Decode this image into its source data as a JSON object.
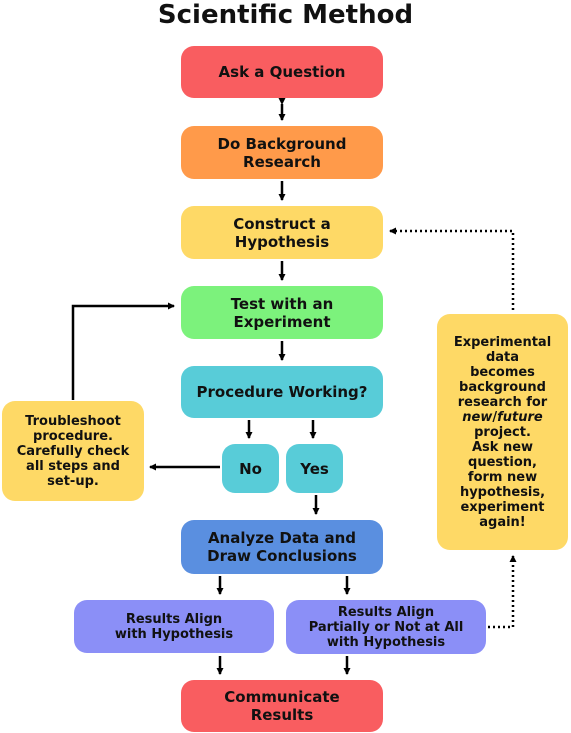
{
  "title": "Scientific Method",
  "steps": {
    "ask": "Ask a Question",
    "background": "Do Background\nResearch",
    "hypothesis": "Construct a\nHypothesis",
    "test": "Test with an\nExperiment",
    "procedure": "Procedure Working?",
    "no": "No",
    "yes": "Yes",
    "troubleshoot": "Troubleshoot\nprocedure.\nCarefully check\nall steps and\nset-up.",
    "analyze": "Analyze Data and\nDraw Conclusions",
    "align": "Results Align\nwith Hypothesis",
    "partial": "Results Align\nPartially or Not at All\nwith Hypothesis",
    "communicate": "Communicate\nResults"
  },
  "feedback": {
    "line1": "Experimental",
    "line2": "data",
    "line3": "becomes",
    "line4": "background",
    "line5": "research for",
    "line6_a": "new",
    "line6_sep": "/",
    "line6_b": "future",
    "line7": "project.",
    "line8": "Ask new",
    "line9": "question,",
    "line10": "form new",
    "line11": "hypothesis,",
    "line12": "experiment",
    "line13": "again!"
  },
  "colors": {
    "red": "#f95d60",
    "orange": "#ff9a4a",
    "yellow": "#fed966",
    "green": "#7cf27c",
    "teal": "#58ccd8",
    "blue": "#5a8fe0",
    "purple": "#8b8ff7"
  }
}
